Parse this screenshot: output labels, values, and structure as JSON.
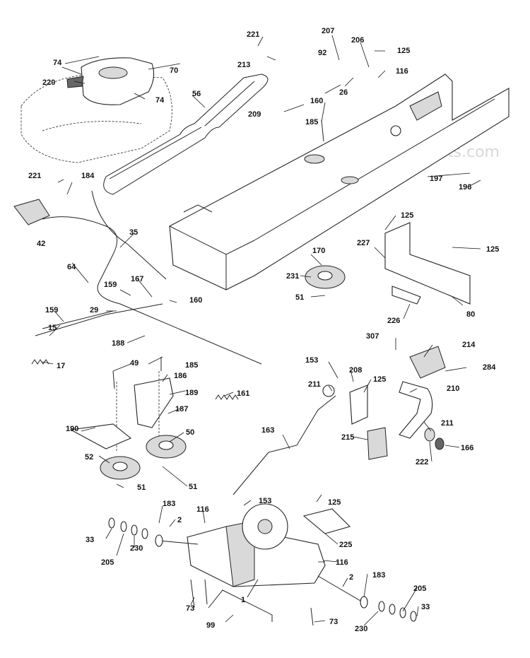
{
  "watermark": "eReplacementParts.com",
  "callouts": [
    {
      "id": "c221a",
      "text": "221"
    },
    {
      "id": "c213",
      "text": "213"
    },
    {
      "id": "c207",
      "text": "207"
    },
    {
      "id": "c206",
      "text": "206"
    },
    {
      "id": "c125a",
      "text": "125"
    },
    {
      "id": "c92",
      "text": "92"
    },
    {
      "id": "c116a",
      "text": "116"
    },
    {
      "id": "c74a",
      "text": "74"
    },
    {
      "id": "c70",
      "text": "70"
    },
    {
      "id": "c220",
      "text": "220"
    },
    {
      "id": "c74b",
      "text": "74"
    },
    {
      "id": "c56",
      "text": "56"
    },
    {
      "id": "c160a",
      "text": "160"
    },
    {
      "id": "c26",
      "text": "26"
    },
    {
      "id": "c209",
      "text": "209"
    },
    {
      "id": "c185a",
      "text": "185"
    },
    {
      "id": "c221b",
      "text": "221"
    },
    {
      "id": "c184",
      "text": "184"
    },
    {
      "id": "c197",
      "text": "197"
    },
    {
      "id": "c196",
      "text": "196"
    },
    {
      "id": "c42",
      "text": "42"
    },
    {
      "id": "c35",
      "text": "35"
    },
    {
      "id": "c125b",
      "text": "125"
    },
    {
      "id": "c227",
      "text": "227"
    },
    {
      "id": "c125c",
      "text": "125"
    },
    {
      "id": "c170",
      "text": "170"
    },
    {
      "id": "c64",
      "text": "64"
    },
    {
      "id": "c231",
      "text": "231"
    },
    {
      "id": "c167",
      "text": "167"
    },
    {
      "id": "c159a",
      "text": "159"
    },
    {
      "id": "c160b",
      "text": "160"
    },
    {
      "id": "c51a",
      "text": "51"
    },
    {
      "id": "c80",
      "text": "80"
    },
    {
      "id": "c159b",
      "text": "159"
    },
    {
      "id": "c29",
      "text": "29"
    },
    {
      "id": "c226",
      "text": "226"
    },
    {
      "id": "c15",
      "text": "15"
    },
    {
      "id": "c188",
      "text": "188"
    },
    {
      "id": "c307",
      "text": "307"
    },
    {
      "id": "c214",
      "text": "214"
    },
    {
      "id": "c17",
      "text": "17"
    },
    {
      "id": "c185b",
      "text": "185"
    },
    {
      "id": "c49",
      "text": "49"
    },
    {
      "id": "c186",
      "text": "186"
    },
    {
      "id": "c153a",
      "text": "153"
    },
    {
      "id": "c208",
      "text": "208"
    },
    {
      "id": "c284",
      "text": "284"
    },
    {
      "id": "c211a",
      "text": "211"
    },
    {
      "id": "c125d",
      "text": "125"
    },
    {
      "id": "c189",
      "text": "189"
    },
    {
      "id": "c161",
      "text": "161"
    },
    {
      "id": "c210",
      "text": "210"
    },
    {
      "id": "c187",
      "text": "187"
    },
    {
      "id": "c190",
      "text": "190"
    },
    {
      "id": "c50",
      "text": "50"
    },
    {
      "id": "c163",
      "text": "163"
    },
    {
      "id": "c211b",
      "text": "211"
    },
    {
      "id": "c215",
      "text": "215"
    },
    {
      "id": "c52",
      "text": "52"
    },
    {
      "id": "c222",
      "text": "222"
    },
    {
      "id": "c166",
      "text": "166"
    },
    {
      "id": "c51b",
      "text": "51"
    },
    {
      "id": "c51c",
      "text": "51"
    },
    {
      "id": "c153b",
      "text": "153"
    },
    {
      "id": "c125e",
      "text": "125"
    },
    {
      "id": "c183a",
      "text": "183"
    },
    {
      "id": "c116b",
      "text": "116"
    },
    {
      "id": "c2a",
      "text": "2"
    },
    {
      "id": "c33a",
      "text": "33"
    },
    {
      "id": "c225",
      "text": "225"
    },
    {
      "id": "c230a",
      "text": "230"
    },
    {
      "id": "c205a",
      "text": "205"
    },
    {
      "id": "c116c",
      "text": "116"
    },
    {
      "id": "c183b",
      "text": "183"
    },
    {
      "id": "c2b",
      "text": "2"
    },
    {
      "id": "c1",
      "text": "1"
    },
    {
      "id": "c73a",
      "text": "73"
    },
    {
      "id": "c205b",
      "text": "205"
    },
    {
      "id": "c33b",
      "text": "33"
    },
    {
      "id": "c99",
      "text": "99"
    },
    {
      "id": "c73b",
      "text": "73"
    },
    {
      "id": "c230b",
      "text": "230"
    }
  ]
}
